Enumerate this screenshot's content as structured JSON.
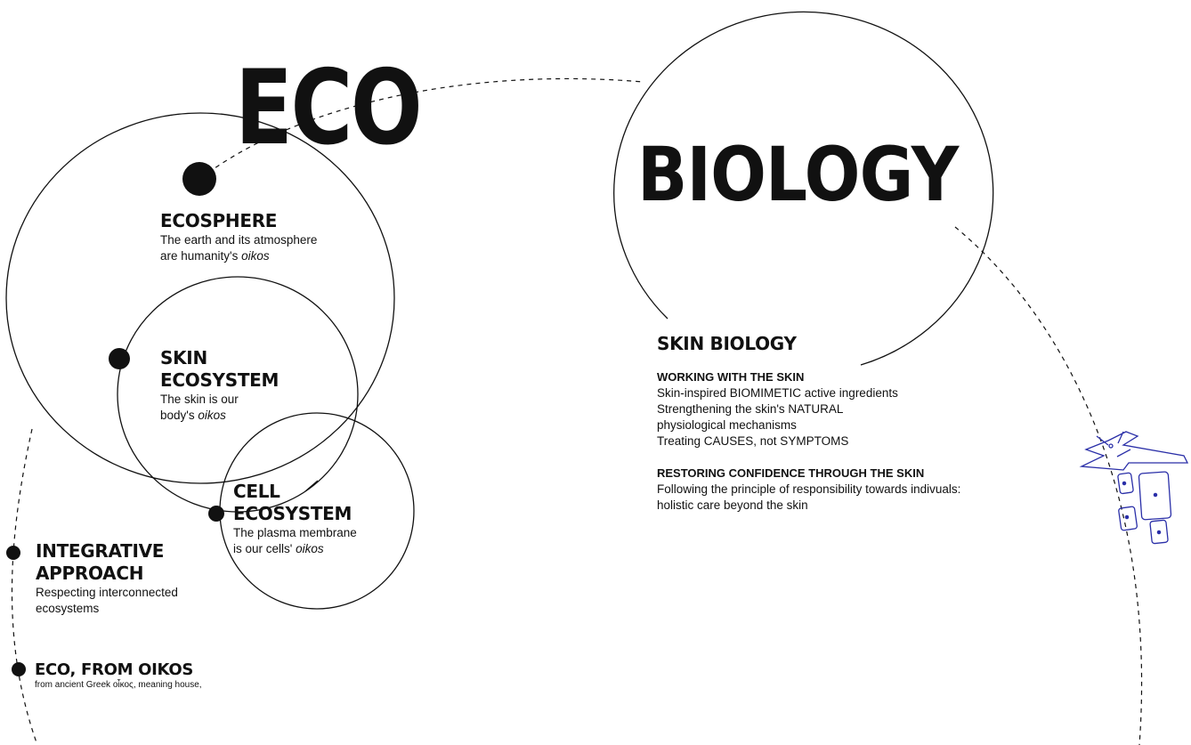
{
  "title_left": "ECO",
  "title_right": "BIOLOGY",
  "ecosphere": {
    "heading": "ECOSPHERE",
    "line1": "The earth and its atmosphere",
    "line2_pre": "are humanity's ",
    "line2_em": "oikos"
  },
  "skin_ecosystem": {
    "heading_line1": "SKIN",
    "heading_line2": "ECOSYSTEM",
    "line1": "The skin is our",
    "line2_pre": "body's ",
    "line2_em": "oikos"
  },
  "cell_ecosystem": {
    "heading_line1": "CELL",
    "heading_line2": "ECOSYSTEM",
    "line1": "The plasma membrane",
    "line2_pre": "is our cells' ",
    "line2_em": "oikos"
  },
  "integrative": {
    "heading_line1": "INTEGRATIVE",
    "heading_line2": "APPROACH",
    "line1": "Respecting interconnected",
    "line2": "ecosystems"
  },
  "oikos": {
    "heading": "ECO, FROM OIKOS",
    "line1": "from ancient Greek οἶκος, meaning house,"
  },
  "skin_biology": {
    "heading": "SKIN BIOLOGY",
    "section1_title": "WORKING WITH THE SKIN",
    "section1_lines": [
      "Skin-inspired BIOMIMETIC active ingredients",
      "Strengthening the skin's NATURAL",
      "physiological mechanisms",
      "Treating CAUSES, not SYMPTOMS"
    ],
    "section2_title": "RESTORING CONFIDENCE THROUGH THE SKIN",
    "section2_lines": [
      "Following the principle of responsibility towards indivuals:",
      "holistic care beyond the skin"
    ]
  },
  "colors": {
    "ink": "#111111",
    "cell_icon": "#2a2fa8"
  },
  "icons": [
    "cell-cluster-icon"
  ]
}
